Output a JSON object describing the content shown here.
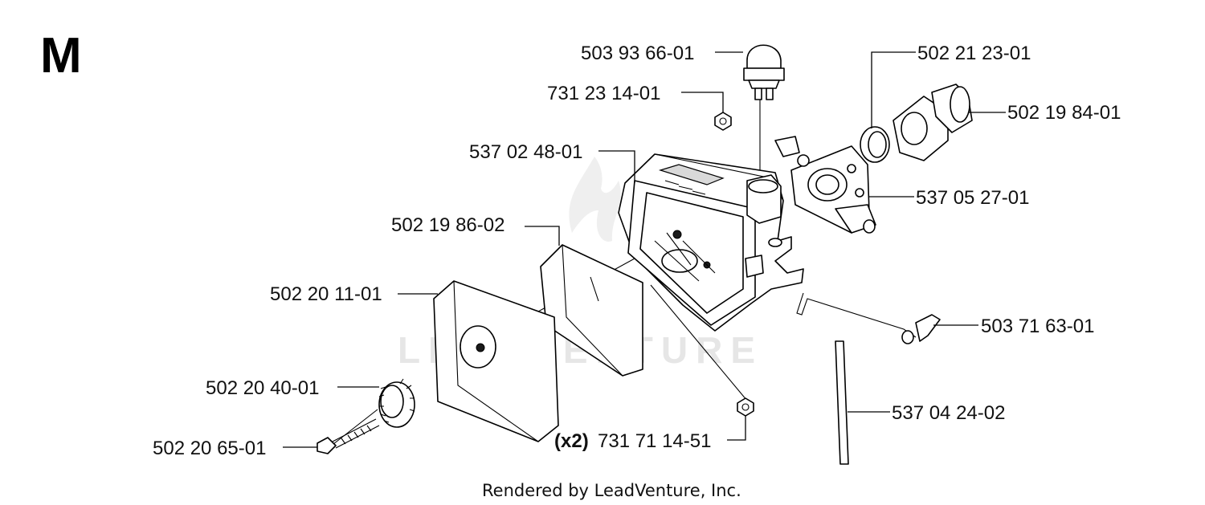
{
  "section_letter": "M",
  "watermark": "LEADVENTURE",
  "credit": "Rendered by LeadVenture, Inc.",
  "parts": [
    {
      "id": "primer-bulb",
      "number": "503 93 66-01",
      "qty": ""
    },
    {
      "id": "nut-top",
      "number": "731 23 14-01",
      "qty": ""
    },
    {
      "id": "filter-holder",
      "number": "537 02 48-01",
      "qty": ""
    },
    {
      "id": "prefilter",
      "number": "502 19 86-02",
      "qty": ""
    },
    {
      "id": "air-filter-cover",
      "number": "502 20 11-01",
      "qty": ""
    },
    {
      "id": "knob",
      "number": "502 20 40-01",
      "qty": ""
    },
    {
      "id": "screw",
      "number": "502 20 65-01",
      "qty": ""
    },
    {
      "id": "nut-bottom",
      "number": "731 71 14-51",
      "qty": "(x2)"
    },
    {
      "id": "gasket-ring",
      "number": "502 21 23-01",
      "qty": ""
    },
    {
      "id": "intake-manifold",
      "number": "502 19 84-01",
      "qty": ""
    },
    {
      "id": "carburetor",
      "number": "537 05 27-01",
      "qty": ""
    },
    {
      "id": "throttle-rod",
      "number": "503 71 63-01",
      "qty": ""
    },
    {
      "id": "fuel-hose",
      "number": "537 04 24-02",
      "qty": ""
    }
  ]
}
